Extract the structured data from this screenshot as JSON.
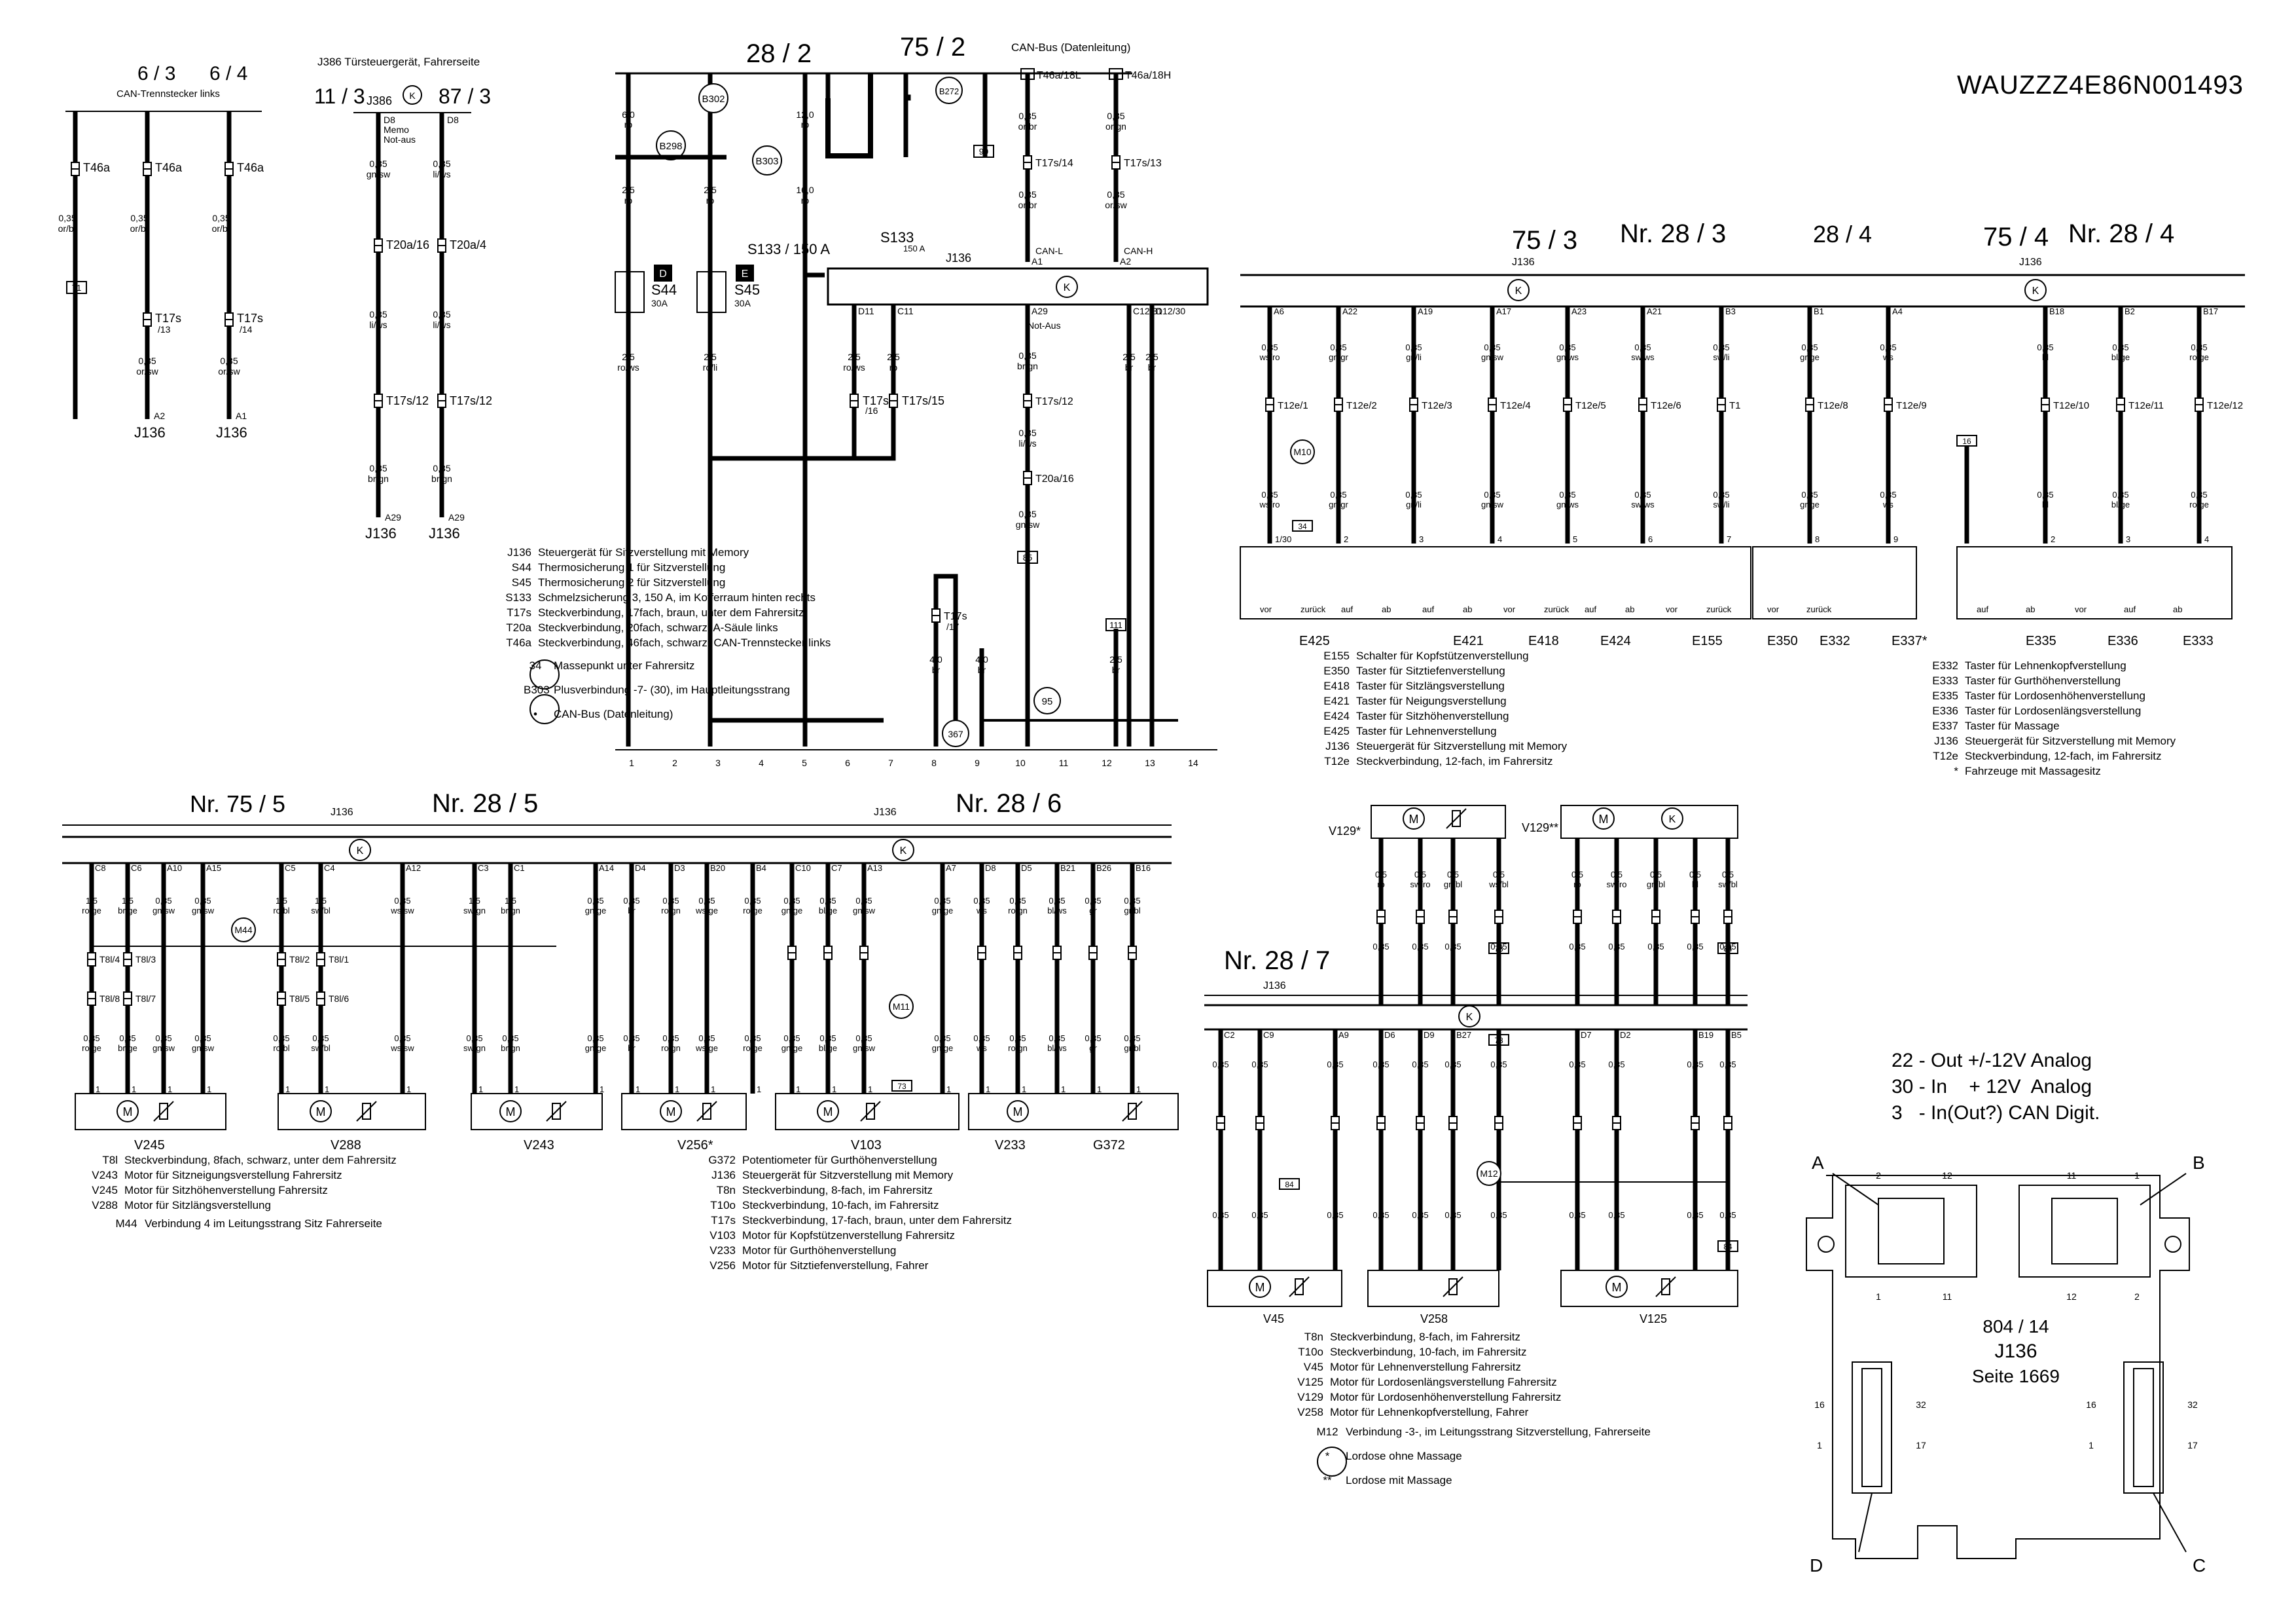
{
  "header": {
    "vin": "WAUZZZ4E86N001493",
    "can_bus_top": "CAN-Bus (Datenleitung)",
    "j386_title": "J386  Türsteuergerät, Fahrerseite",
    "can_trenn": "CAN-Trennstecker links",
    "sec_63": "6 / 3",
    "sec_64": "6 / 4",
    "sec_113": "11 / 3",
    "sec_873": "87 / 3",
    "sec_282": "28 / 2",
    "sec_752": "75 / 2",
    "sec_753": "75 / 3",
    "sec_283": "Nr.  28 / 3",
    "sec_284": "28 / 4",
    "sec_754": "75 / 4",
    "sec_284b": "Nr.  28 / 4",
    "sec_755": "Nr.  75 / 5",
    "sec_285": "Nr.  28 / 5",
    "sec_286": "Nr.  28 / 6",
    "sec_287": "Nr.  28 / 7"
  },
  "pins_note": [
    "22 - Out +/-12V Analog",
    "30 - In    + 12V  Analog",
    "3   - In(Out?) CAN Digit."
  ],
  "module": {
    "page_ref": "804 / 14",
    "name": "J136",
    "page": "Seite 1669",
    "corner_a": "A",
    "corner_b": "B",
    "corner_c": "C",
    "corner_d": "D",
    "pin_labels": [
      "2",
      "12",
      "1",
      "11",
      "11",
      "1",
      "12",
      "2",
      "16",
      "32",
      "1",
      "17",
      "16",
      "32",
      "1",
      "17"
    ]
  },
  "legend_282": [
    [
      "J136",
      "Steuergerät für Sitzverstellung mit Memory"
    ],
    [
      "S44",
      "Thermosicherung 1 für Sitzverstellung"
    ],
    [
      "S45",
      "Thermosicherung 2 für Sitzverstellung"
    ],
    [
      "S133",
      "Schmelzsicherung 3, 150 A, im Kofferraum hinten rechts"
    ],
    [
      "T17s",
      "Steckverbindung, 17fach, braun, unter dem Fahrersitz"
    ],
    [
      "T20a",
      "Steckverbindung, 20fach, schwarz, A-Säule links"
    ],
    [
      "T46a",
      "Steckverbindung, 46fach, schwarz, CAN-Trennstecker links"
    ]
  ],
  "legend_282_sym": [
    [
      "34",
      "Massepunkt unter Fahrersitz"
    ],
    [
      "B303",
      "Plusverbindung -7- (30), im Hauptleitungsstrang"
    ],
    [
      "•",
      "CAN-Bus (Datenleitung)"
    ]
  ],
  "legend_283": [
    [
      "E155",
      "Schalter für Kopfstützenverstellung"
    ],
    [
      "E350",
      "Taster für Sitztiefenverstellung"
    ],
    [
      "E418",
      "Taster für Sitzlängsverstellung"
    ],
    [
      "E421",
      "Taster für Neigungsverstellung"
    ],
    [
      "E424",
      "Taster für Sitzhöhenverstellung"
    ],
    [
      "E425",
      "Taster für Lehnenverstellung"
    ],
    [
      "J136",
      "Steuergerät für Sitzverstellung mit Memory"
    ],
    [
      "T12e",
      "Steckverbindung, 12-fach, im Fahrersitz"
    ]
  ],
  "legend_284": [
    [
      "E332",
      "Taster für Lehnenkopfverstellung"
    ],
    [
      "E333",
      "Taster für Gurthöhenverstellung"
    ],
    [
      "E335",
      "Taster für Lordosenhöhenverstellung"
    ],
    [
      "E336",
      "Taster für Lordosenlängsverstellung"
    ],
    [
      "E337",
      "Taster für Massage"
    ],
    [
      "J136",
      "Steuergerät für Sitzverstellung mit Memory"
    ],
    [
      "T12e",
      "Steckverbindung, 12-fach, im Fahrersitz"
    ],
    [
      "*",
      "Fahrzeuge mit Massagesitz"
    ]
  ],
  "legend_285": [
    [
      "T8l",
      "Steckverbindung, 8fach, schwarz, unter dem Fahrersitz"
    ],
    [
      "V243",
      "Motor für Sitzneigungsverstellung Fahrersitz"
    ],
    [
      "V245",
      "Motor für Sitzhöhenverstellung Fahrersitz"
    ],
    [
      "V288",
      "Motor für Sitzlängsverstellung"
    ]
  ],
  "legend_285_sym": [
    [
      "M44",
      "Verbindung 4 im Leitungsstrang Sitz Fahrerseite"
    ]
  ],
  "legend_286": [
    [
      "G372",
      "Potentiometer für Gurthöhenverstellung"
    ],
    [
      "J136",
      "Steuergerät für Sitzverstellung mit Memory"
    ],
    [
      "T8n",
      "Steckverbindung, 8-fach, im Fahrersitz"
    ],
    [
      "T10o",
      "Steckverbindung, 10-fach, im Fahrersitz"
    ],
    [
      "T17s",
      "Steckverbindung, 17-fach, braun, unter dem Fahrersitz"
    ],
    [
      "V103",
      "Motor für Kopfstützenverstellung Fahrersitz"
    ],
    [
      "V233",
      "Motor für Gurthöhenverstellung"
    ],
    [
      "V256",
      "Motor für Sitztiefenverstellung, Fahrer"
    ]
  ],
  "legend_287": [
    [
      "T8n",
      "Steckverbindung, 8-fach, im Fahrersitz"
    ],
    [
      "T10o",
      "Steckverbindung, 10-fach, im Fahrersitz"
    ],
    [
      "V45",
      "Motor für Lehnenverstellung Fahrersitz"
    ],
    [
      "V125",
      "Motor für Lordosenlängsverstellung Fahrersitz"
    ],
    [
      "V129",
      "Motor für Lordosenhöhenverstellung Fahrersitz"
    ],
    [
      "V258",
      "Motor für Lehnenkopfverstellung, Fahrer"
    ]
  ],
  "legend_287_sym": [
    [
      "M12",
      "Verbindung -3-, im Leitungsstrang Sitzverstellung, Fahrerseite"
    ],
    [
      "*",
      "Lordose ohne Massage"
    ],
    [
      "**",
      "Lordose mit Massage"
    ]
  ],
  "track_numbers": [
    "1",
    "2",
    "3",
    "4",
    "5",
    "6",
    "7",
    "8",
    "9",
    "10",
    "11",
    "12",
    "13",
    "14"
  ],
  "components": {
    "j136": "J136",
    "j386": "J386",
    "s44": "S44",
    "s45": "S45",
    "s133": "S133 / 150 A",
    "s44a": "30A",
    "s45a": "30A",
    "fuse_d": "D",
    "fuse_e": "E",
    "b302": "B302",
    "b298": "B298",
    "b303": "B303",
    "b272": "B272",
    "e425": "E425",
    "e421": "E421",
    "e418": "E418",
    "e424": "E424",
    "e155": "E155",
    "e350": "E350",
    "e332": "E332",
    "e337": "E337*",
    "e335": "E335",
    "e336": "E336",
    "e333": "E333",
    "v245": "V245",
    "v288": "V288",
    "v243": "V243",
    "v256": "V256*",
    "v103": "V103",
    "v233": "V233",
    "g372": "G372",
    "v45": "V45",
    "v258": "V258",
    "v125": "V125",
    "v129a": "V129*",
    "v129b": "V129**",
    "m10": "M10",
    "m11": "M11",
    "m12": "M12",
    "m44": "M44",
    "can_l": "CAN-L",
    "can_h": "CAN-H",
    "memo": "Memo",
    "not_aus": "Not-aus",
    "not_aus2": "Not-Aus",
    "sw_labels": [
      "vor",
      "zurück",
      "auf",
      "ab",
      "auf",
      "ab",
      "vor",
      "zurück",
      "auf",
      "ab",
      "vor",
      "zurück"
    ],
    "sw_labels_284": [
      "vor",
      "zurück",
      "auf",
      "ab",
      "vor",
      "auf",
      "ab"
    ]
  }
}
